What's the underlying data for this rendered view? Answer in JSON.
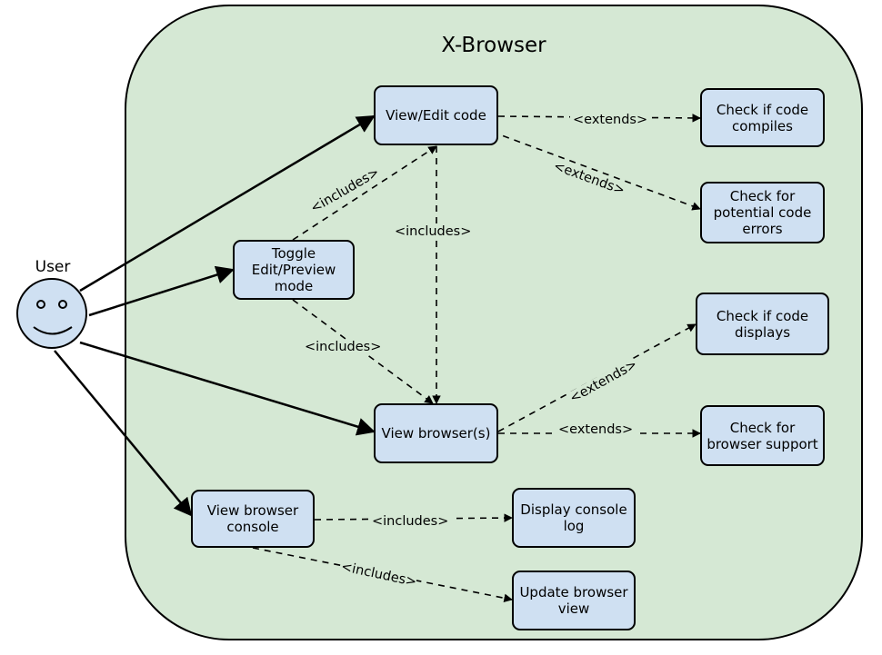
{
  "system": {
    "title": "X-Browser"
  },
  "actor": {
    "label": "User"
  },
  "use_cases": {
    "view_edit_code": "View/Edit code",
    "toggle_mode": "Toggle Edit/Preview mode",
    "view_browsers": "View browser(s)",
    "view_console": "View browser console",
    "check_compiles": "Check if code compiles",
    "check_errors": "Check for potential code errors",
    "check_displays": "Check if code displays",
    "check_support": "Check for browser support",
    "display_log": "Display console log",
    "update_view": "Update browser view"
  },
  "edge_labels": {
    "extends_compiles": "<extends>",
    "extends_errors": "<extends>",
    "includes_toggle_edit": "<includes>",
    "includes_edit_view": "<includes>",
    "includes_toggle_view": "<includes>",
    "extends_displays": "<extends>",
    "extends_support": "<extends>",
    "includes_log": "<includes>",
    "includes_update": "<includes>"
  }
}
